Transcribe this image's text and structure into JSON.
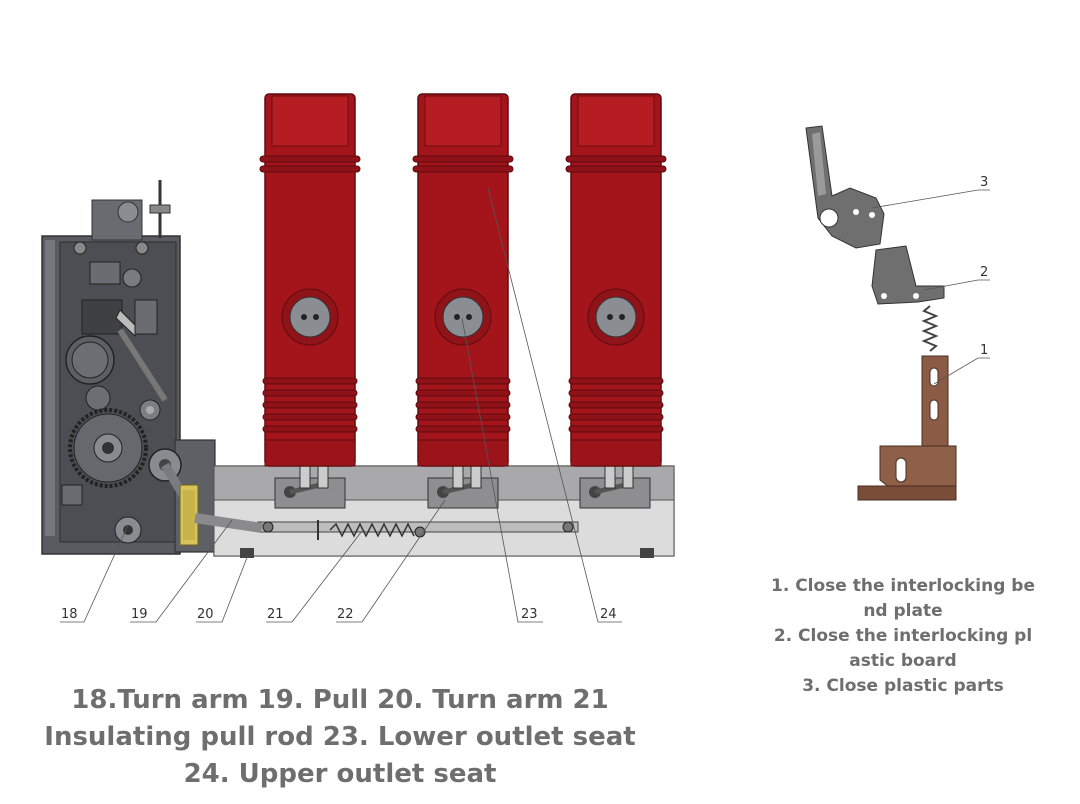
{
  "colors": {
    "pole_red": "#a3151b",
    "pole_dark": "#7e0f14",
    "mechanism_gray": "#5d5e63",
    "frame_gray": "#c9c9c9",
    "part_brown": "#8b5b45",
    "part_gray": "#6f6f6f",
    "caption_gray": "#6e6e6e"
  },
  "main_callouts": [
    "18",
    "19",
    "20",
    "21",
    "22",
    "23",
    "24"
  ],
  "side_callouts": [
    "3",
    "2",
    "1"
  ],
  "main_caption": {
    "line1": "18.Turn arm 19. Pull 20. Turn arm 21",
    "line2": "Insulating pull rod 23. Lower outlet seat",
    "line3": "24. Upper outlet seat"
  },
  "side_caption": {
    "line1": "1. Close the interlocking be",
    "line2": "nd plate",
    "line3": "2. Close the interlocking pl",
    "line4": "astic board",
    "line5": "3. Close plastic parts"
  }
}
